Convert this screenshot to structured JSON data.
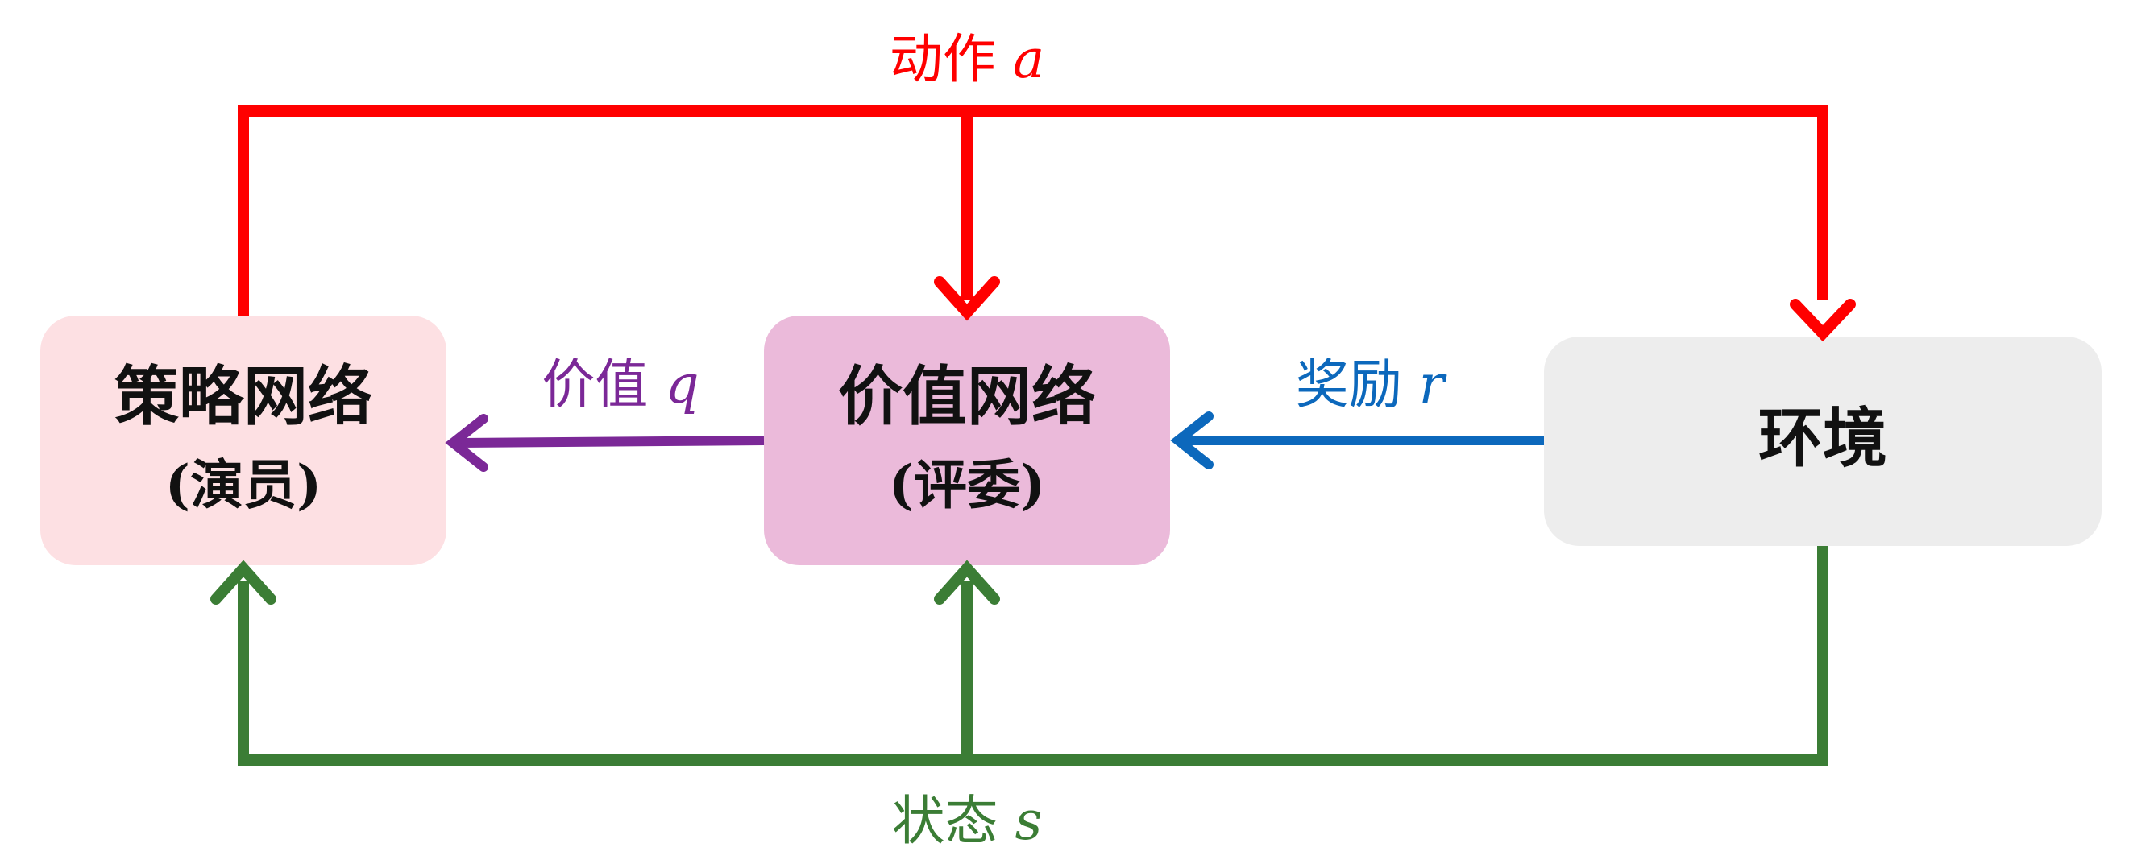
{
  "nodes": {
    "policy": {
      "title": "策略网络",
      "subtitle": "(演员)",
      "fill": "#fde0e3"
    },
    "value": {
      "title": "价值网络",
      "subtitle": "(评委)",
      "fill": "#ebbada"
    },
    "env": {
      "title": "环境",
      "fill": "#ededed"
    }
  },
  "edges": {
    "action": {
      "label": "动作",
      "symbol": "a",
      "color": "#ff0000"
    },
    "value_q": {
      "label": "价值",
      "symbol": "q",
      "color": "#7b2897"
    },
    "reward": {
      "label": "奖励",
      "symbol": "r",
      "color": "#0c68bc"
    },
    "state": {
      "label": "状态",
      "symbol": "s",
      "color": "#3b7d35"
    }
  }
}
